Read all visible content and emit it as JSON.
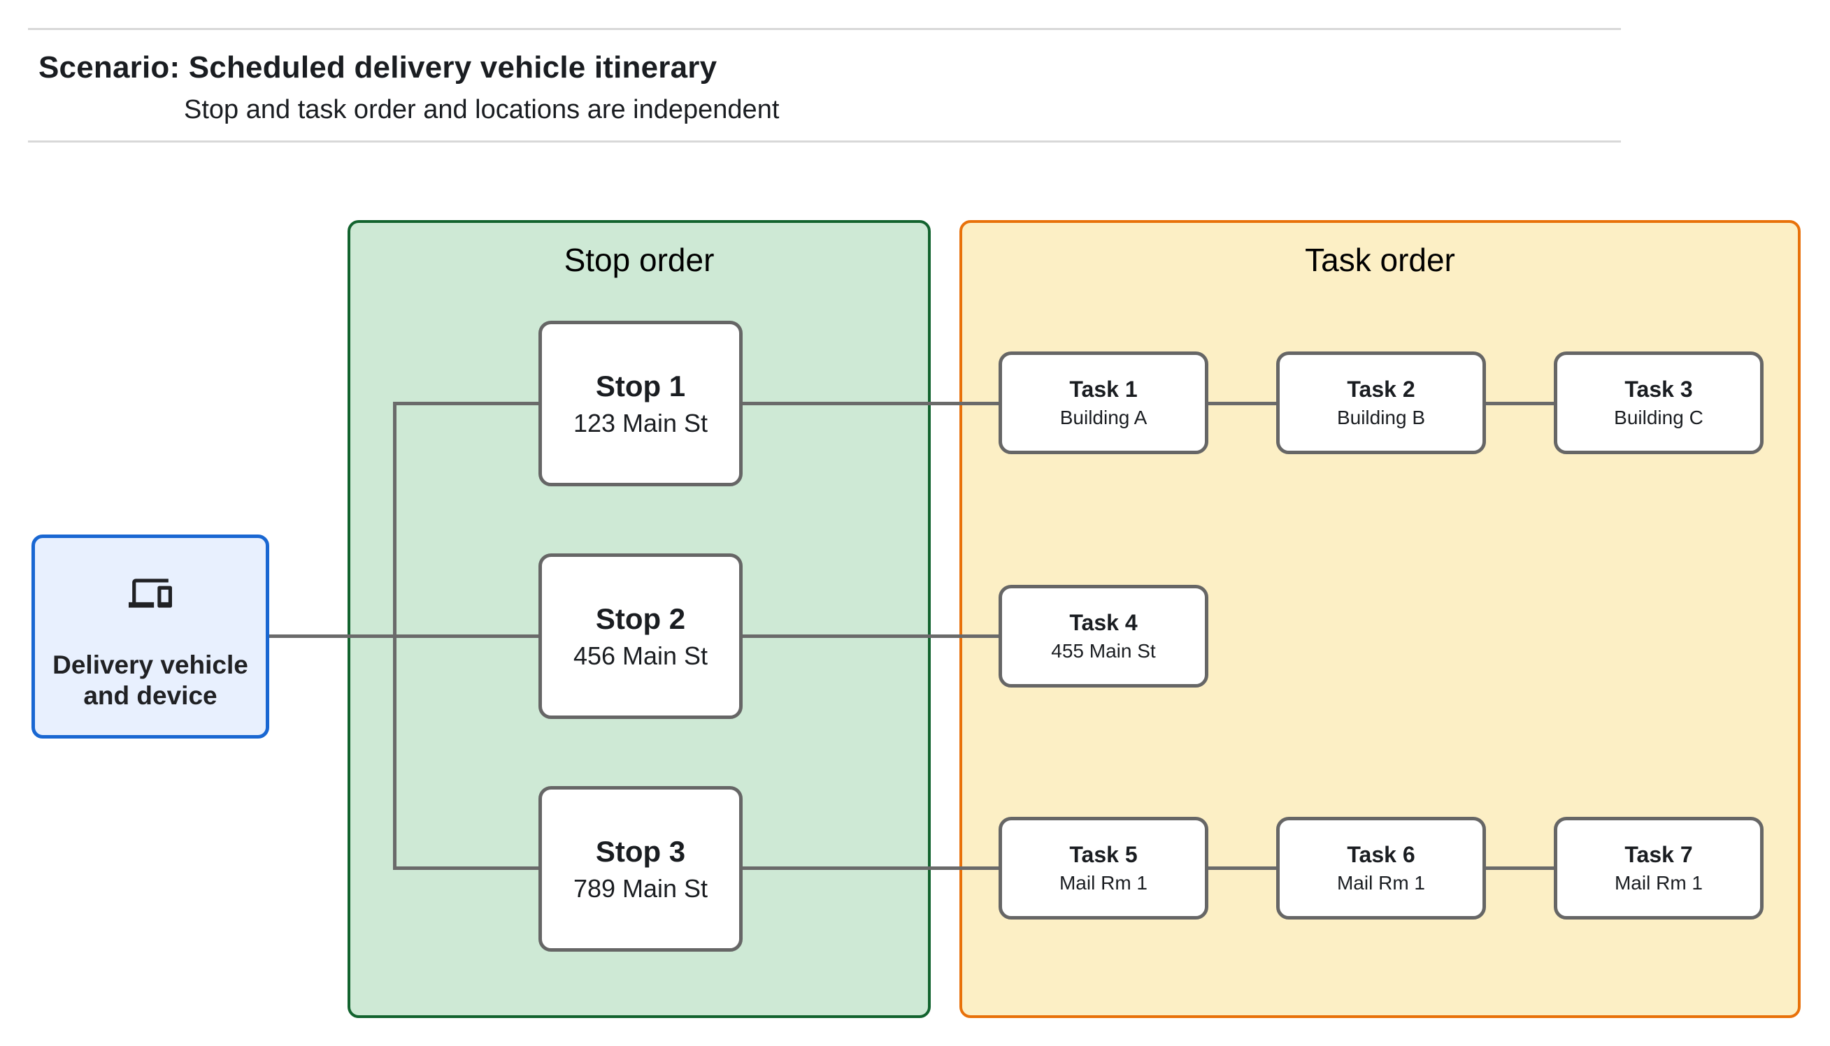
{
  "header": {
    "title": "Scenario: Scheduled delivery vehicle itinerary",
    "subtitle": "Stop and task order and locations are independent"
  },
  "colors": {
    "stop_panel_fill": "#cee9d5",
    "stop_panel_border": "#12632e",
    "task_panel_fill": "#fcefc5",
    "task_panel_border": "#e8710a",
    "source_fill": "#e8f0fe",
    "source_border": "#1967d2",
    "node_border": "#666666",
    "connector": "#6a6a6a"
  },
  "source_node": {
    "icon": "devices-icon",
    "label_line1": "Delivery vehicle",
    "label_line2": "and device"
  },
  "panels": {
    "stop": {
      "title": "Stop order"
    },
    "task": {
      "title": "Task order"
    }
  },
  "stops": [
    {
      "title": "Stop 1",
      "subtitle": "123 Main St"
    },
    {
      "title": "Stop 2",
      "subtitle": "456 Main St"
    },
    {
      "title": "Stop 3",
      "subtitle": "789 Main St"
    }
  ],
  "tasks": [
    {
      "title": "Task 1",
      "subtitle": "Building A"
    },
    {
      "title": "Task 2",
      "subtitle": "Building B"
    },
    {
      "title": "Task 3",
      "subtitle": "Building C"
    },
    {
      "title": "Task 4",
      "subtitle": "455 Main St"
    },
    {
      "title": "Task 5",
      "subtitle": "Mail Rm 1"
    },
    {
      "title": "Task 6",
      "subtitle": "Mail Rm 1"
    },
    {
      "title": "Task 7",
      "subtitle": "Mail Rm 1"
    }
  ]
}
